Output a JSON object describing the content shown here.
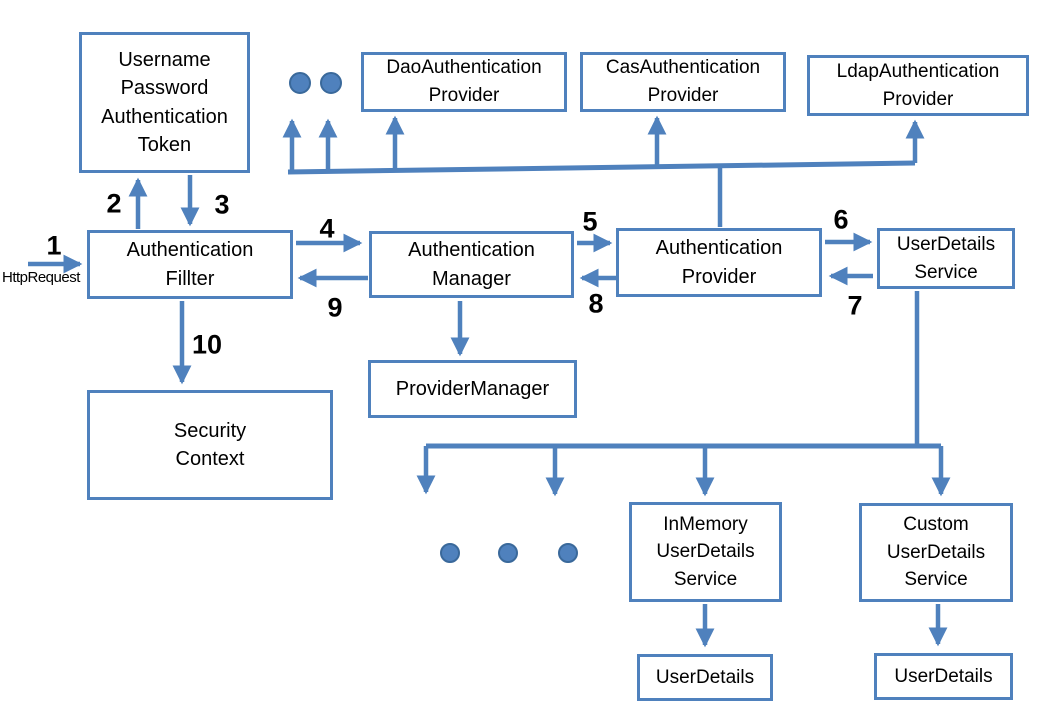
{
  "diagram": {
    "type": "flow-diagram",
    "subject": "Spring Security authentication flow"
  },
  "boxes": {
    "token": {
      "label": "Username\nPassword\nAuthentication\nToken"
    },
    "dao_provider": {
      "label": "DaoAuthentication\nProvider"
    },
    "cas_provider": {
      "label": "CasAuthentication\nProvider"
    },
    "ldap_provider": {
      "label": "LdapAuthentication\nProvider"
    },
    "auth_filter": {
      "label": "Authentication\nFillter"
    },
    "auth_manager": {
      "label": "Authentication\nManager"
    },
    "auth_provider": {
      "label": "Authentication\nProvider"
    },
    "userdetails_service": {
      "label": "UserDetails\nService"
    },
    "provider_manager": {
      "label": "ProviderManager"
    },
    "security_context": {
      "label": "Security\nContext"
    },
    "inmemory_userdetails_service": {
      "label": "InMemory\nUserDetails\nService"
    },
    "custom_userdetails_service": {
      "label": "Custom\nUserDetails\nService"
    },
    "userdetails_left": {
      "label": "UserDetails"
    },
    "userdetails_right": {
      "label": "UserDetails"
    }
  },
  "labels": {
    "http_request": "HttpRequest",
    "steps": [
      "1",
      "2",
      "3",
      "4",
      "5",
      "6",
      "7",
      "8",
      "9",
      "10"
    ]
  },
  "colors": {
    "line": "#4f81bd",
    "box_border": "#4f81bd",
    "text": "#000000",
    "background": "#ffffff",
    "dot_border": "#3a699b"
  }
}
